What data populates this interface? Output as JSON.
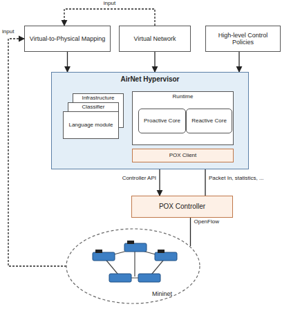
{
  "diagram": {
    "nodes": [
      {
        "text": [
          "Virtual-to-Physical Mapping"
        ]
      },
      {
        "text": [
          "Virtual Network"
        ]
      },
      {
        "text": [
          "High-level Control Policies"
        ]
      },
      {
        "text": [
          "AirNet Hypervisor"
        ]
      },
      {
        "text": [
          "Infrastructure"
        ],
        "in": 3
      },
      {
        "text": [
          "Classifier"
        ],
        "in": 3
      },
      {
        "text": [
          "Language module"
        ],
        "in": 3
      },
      {
        "text": [
          "Runtime"
        ],
        "in": 3
      },
      {
        "text": [
          "Proactive Core"
        ],
        "in": 7
      },
      {
        "text": [
          "Reactive Core"
        ],
        "in": 7
      },
      {
        "text": [
          "POX Client"
        ],
        "in": 3
      },
      {
        "text": [
          "POX Controller"
        ]
      },
      {
        "text": [
          "Mininet"
        ]
      }
    ],
    "edges": [
      {
        "from": 0,
        "to": 3,
        "arrow": "to"
      },
      {
        "from": 1,
        "to": 3,
        "arrow": "to"
      },
      {
        "from": 2,
        "to": 3,
        "arrow": "to"
      },
      {
        "from": 10,
        "to": 11,
        "label": "Controller API",
        "arrow": "to"
      },
      {
        "from": 11,
        "to": 10,
        "label": "Packet In, statistics, ...",
        "arrow": "to"
      },
      {
        "from": 11,
        "to": 12,
        "label": "OpenFlow",
        "arrow": "none"
      },
      {
        "from": 1,
        "to": 0,
        "label": "input",
        "arrow": "to"
      },
      {
        "from": 12,
        "to": 0,
        "label": "input",
        "arrow": "to"
      }
    ]
  }
}
